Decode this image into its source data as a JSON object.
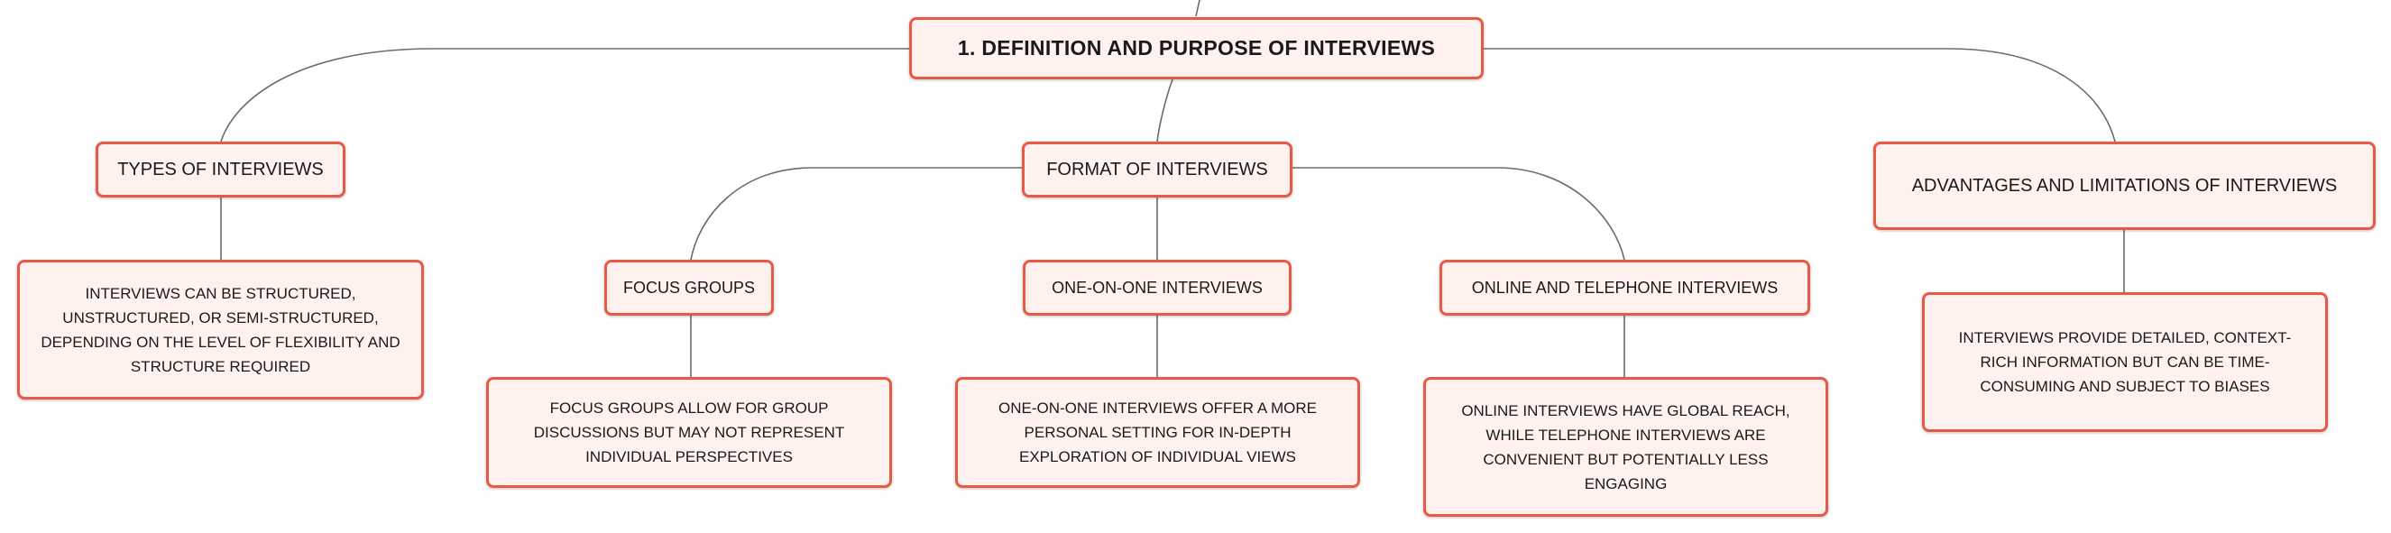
{
  "colors": {
    "border": "#e85a45",
    "fill": "#fef1ee",
    "connector": "#6b6b6b",
    "text": "#1a1a1a"
  },
  "root": {
    "title": "1. DEFINITION AND PURPOSE OF INTERVIEWS"
  },
  "topics": {
    "types": {
      "label": "TYPES OF INTERVIEWS",
      "detail": "INTERVIEWS CAN BE STRUCTURED, UNSTRUCTURED, OR SEMI-STRUCTURED, DEPENDING ON THE LEVEL OF FLEXIBILITY AND STRUCTURE REQUIRED"
    },
    "format": {
      "label": "FORMAT OF INTERVIEWS",
      "subtopics": {
        "focus": {
          "label": "FOCUS GROUPS",
          "detail": "FOCUS GROUPS ALLOW FOR GROUP DISCUSSIONS BUT MAY NOT REPRESENT INDIVIDUAL PERSPECTIVES"
        },
        "one_on_one": {
          "label": "ONE-ON-ONE INTERVIEWS",
          "detail": "ONE-ON-ONE INTERVIEWS OFFER A MORE PERSONAL SETTING FOR IN-DEPTH EXPLORATION OF INDIVIDUAL VIEWS"
        },
        "online": {
          "label": "ONLINE AND TELEPHONE INTERVIEWS",
          "detail": "ONLINE INTERVIEWS HAVE GLOBAL REACH, WHILE TELEPHONE INTERVIEWS ARE CONVENIENT BUT POTENTIALLY LESS ENGAGING"
        }
      }
    },
    "advantages": {
      "label": "ADVANTAGES AND LIMITATIONS OF INTERVIEWS",
      "detail": "INTERVIEWS PROVIDE DETAILED, CONTEXT-RICH INFORMATION BUT CAN BE TIME-CONSUMING AND SUBJECT TO BIASES"
    }
  }
}
